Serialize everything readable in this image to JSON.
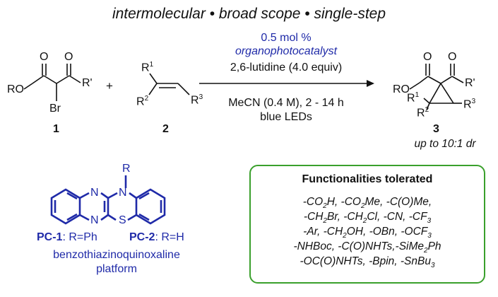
{
  "headline": "intermolecular • broad scope • single-step",
  "reagent1": {
    "label": "1",
    "ro": "RO",
    "rprime": "R'",
    "br": "Br",
    "o1": "O",
    "o2": "O"
  },
  "plus": "+",
  "reagent2": {
    "label": "2",
    "r1": "R",
    "r1_sup": "1",
    "r2": "R",
    "r2_sup": "2",
    "r3": "R",
    "r3_sup": "3"
  },
  "conditions": {
    "above": [
      "0.5 mol %",
      "organophotocatalyst",
      "2,6-lutidine (4.0 equiv)"
    ],
    "below": [
      "MeCN (0.4 M), 2 - 14 h",
      "blue LEDs"
    ]
  },
  "product": {
    "label": "3",
    "dr": "up to 10:1 dr",
    "ro": "RO",
    "rprime": "R'",
    "o1": "O",
    "o2": "O",
    "r1": "R",
    "r1_sup": "1",
    "r2": "R",
    "r2_sup": "2",
    "r3": "R",
    "r3_sup": "3"
  },
  "catalyst": {
    "r": "R",
    "n1": "N",
    "n2": "N",
    "n3": "N",
    "s": "S",
    "pc1": "PC-1",
    "pc1_rest": ": R=Ph",
    "pc2": "PC-2",
    "pc2_rest": ": R=H",
    "name_line1": "benzothiazinoquinoxaline",
    "name_line2": "platform"
  },
  "functionalities": {
    "title": "Functionalities tolerated",
    "lines": [
      [
        "-CO",
        "2",
        "H, -CO",
        "2",
        "Me, -C(O)Me,"
      ],
      [
        "-CH",
        "2",
        "Br, -CH",
        "2",
        "Cl, -CN, -CF",
        "3",
        ""
      ],
      [
        "-Ar, -CH",
        "2",
        "OH, -OBn, -OCF",
        "3",
        ""
      ],
      [
        "-NHBoc, -C(O)NHTs,-SiMe",
        "2",
        "Ph"
      ],
      [
        "-OC(O)NHTs, -Bpin, -SnBu",
        "3",
        ""
      ]
    ]
  },
  "colors": {
    "accent": "#1f2aa8",
    "box_border": "#3aa02c"
  }
}
